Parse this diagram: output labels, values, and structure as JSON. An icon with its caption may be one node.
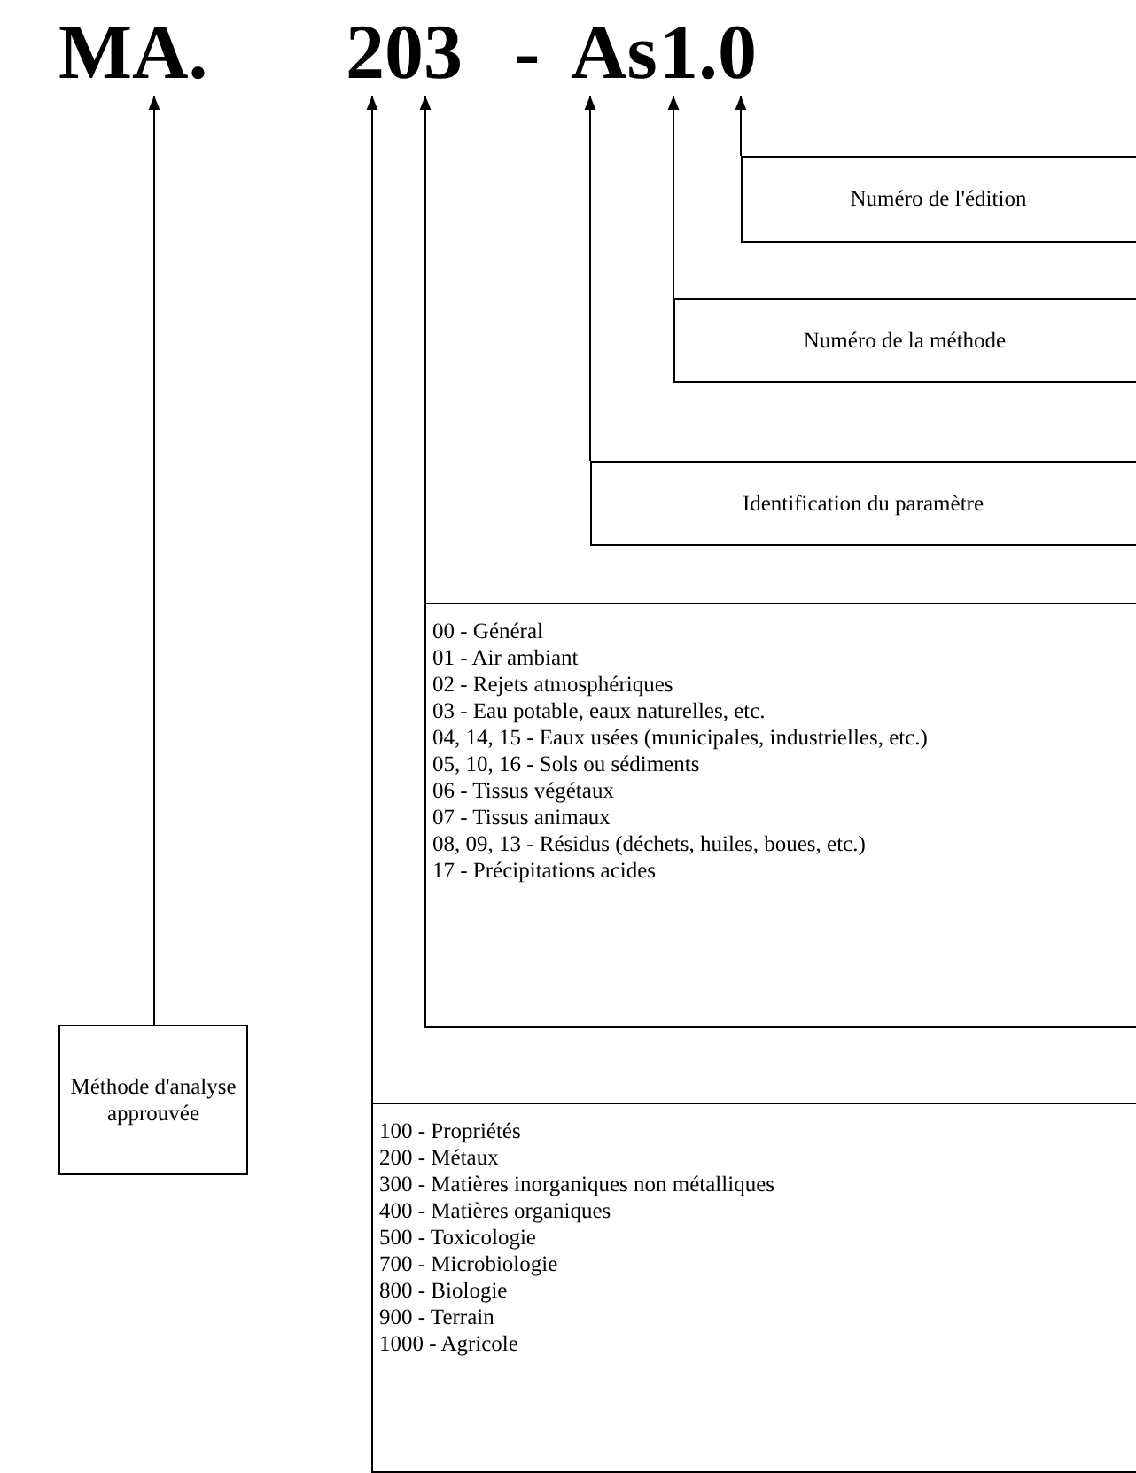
{
  "diagram": {
    "nodes": [
      {
        "text": [
          "MA."
        ]
      },
      {
        "text": [
          "2"
        ]
      },
      {
        "text": [
          "03"
        ]
      },
      {
        "text": [
          "As"
        ]
      },
      {
        "text": [
          "1"
        ]
      },
      {
        "text": [
          "0"
        ]
      },
      {
        "text": [
          "Numéro de l'édition"
        ]
      },
      {
        "text": [
          "Numéro de la méthode"
        ]
      },
      {
        "text": [
          "Identification du paramètre"
        ]
      },
      {
        "text": [
          "00 - Général",
          "01 - Air ambiant",
          "02 - Rejets atmosphériques",
          "03 - Eau potable, eaux naturelles, etc.",
          "04, 14, 15 - Eaux usées (municipales, industrielles, etc.)",
          "05, 10, 16 - Sols ou sédiments",
          "06 - Tissus végétaux",
          "07 - Tissus animaux",
          "08, 09, 13 - Résidus (déchets, huiles, boues, etc.)",
          "17 - Précipitations acides"
        ]
      },
      {
        "text": [
          "Méthode d'analyse approuvée"
        ]
      },
      {
        "text": [
          "100 - Propriétés",
          "200 - Métaux",
          "300 - Matières inorganiques non métalliques",
          "400 - Matières organiques",
          "500 - Toxicologie",
          "700 - Microbiologie",
          "800 - Biologie",
          "900 - Terrain",
          "1000 - Agricole"
        ]
      }
    ],
    "edges": [
      {
        "from": 6,
        "to": 5,
        "arrow": "to"
      },
      {
        "from": 7,
        "to": 4,
        "arrow": "to"
      },
      {
        "from": 8,
        "to": 3,
        "arrow": "to"
      },
      {
        "from": 9,
        "to": 2,
        "arrow": "to"
      },
      {
        "from": 10,
        "to": 0,
        "arrow": "to"
      },
      {
        "from": 11,
        "to": 1,
        "arrow": "to"
      }
    ],
    "labels": [
      "-",
      "."
    ]
  }
}
